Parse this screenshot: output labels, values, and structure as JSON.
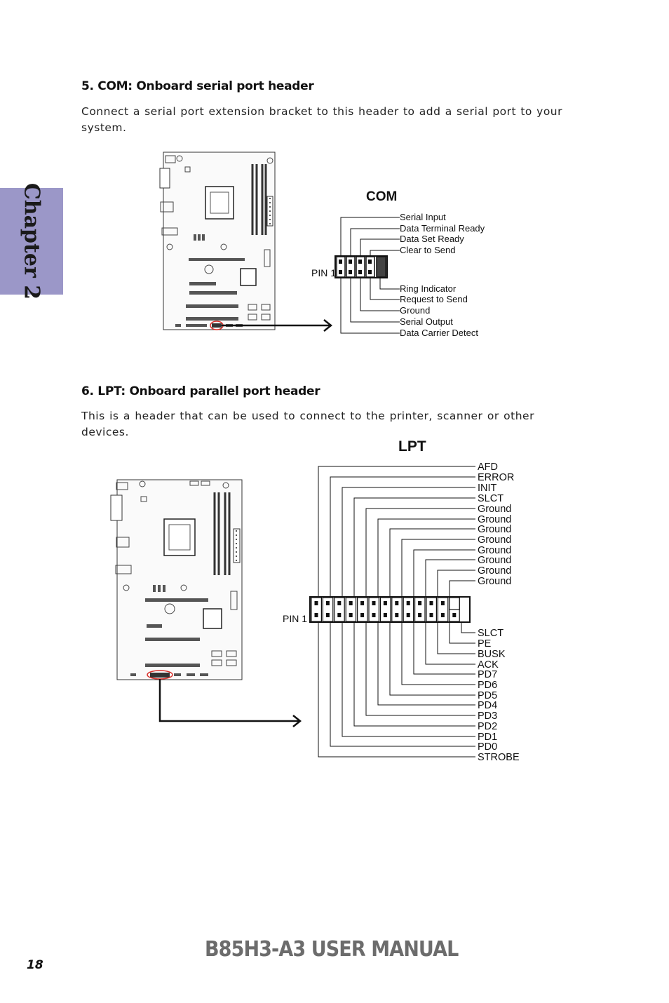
{
  "chapter_tab": "Chapter 2",
  "section_com": {
    "heading": "5. COM: Onboard serial port header",
    "body": "Connect a serial port extension bracket to this header to add a serial port to your system.",
    "diagram_title": "COM",
    "pin1_label": "PIN 1",
    "top_labels": [
      "Serial Input",
      "Data Terminal Ready",
      "Data Set Ready",
      "Clear to Send"
    ],
    "bottom_labels": [
      "Ring Indicator",
      "Request to Send",
      "Ground",
      "Serial Output",
      "Data Carrier Detect"
    ]
  },
  "section_lpt": {
    "heading": "6. LPT: Onboard parallel port header",
    "body": "This is a header that can be used to connect to the printer, scanner or other devices.",
    "diagram_title": "LPT",
    "pin1_label": "PIN 1",
    "top_labels": [
      "AFD",
      "ERROR",
      "INIT",
      "SLCT",
      "Ground",
      "Ground",
      "Ground",
      "Ground",
      "Ground",
      "Ground",
      "Ground",
      "Ground"
    ],
    "bottom_labels": [
      "SLCT",
      "PE",
      "BUSK",
      "ACK",
      "PD7",
      "PD6",
      "PD5",
      "PD4",
      "PD3",
      "PD2",
      "PD1",
      "PD0",
      "STROBE"
    ]
  },
  "footer": {
    "manual_title": "B85H3-A3 USER MANUAL",
    "page_number": "18"
  }
}
